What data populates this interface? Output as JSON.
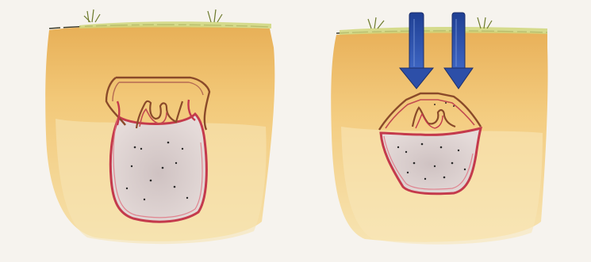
{
  "scene": {
    "panels": [
      {
        "name": "intact-storage-jar",
        "jar_state": "intact",
        "soil_color": "#f0c26a",
        "jar_fill": "#ddd2d0",
        "jar_outline": "#c8384a",
        "lid_outline": "#8a4a2a",
        "grass_color": "#c8d46a"
      },
      {
        "name": "pressed-storage-jar",
        "jar_state": "compressed",
        "soil_color": "#f0c26a",
        "jar_fill": "#ddd2d0",
        "jar_outline": "#c8384a",
        "lid_outline": "#8a4a2a",
        "grass_color": "#c8d46a",
        "arrow_color": "#2d4fa8",
        "arrow_count": 2,
        "arrow_direction": "down"
      }
    ]
  }
}
